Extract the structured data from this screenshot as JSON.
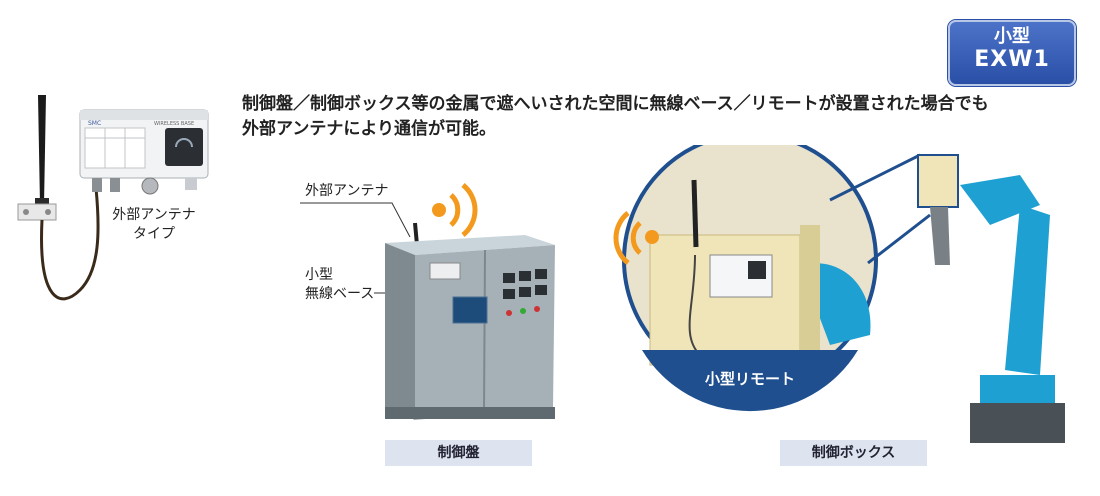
{
  "badge": {
    "line1": "小型",
    "line2": "EXW1"
  },
  "description": {
    "line1": "制御盤／制御ボックス等の金属で遮へいされた空間に無線ベース／リモートが設置された場合でも",
    "line2": "外部アンテナにより通信が可能。"
  },
  "left_product": {
    "label_line1": "外部アンテナ",
    "label_line2": "タイプ",
    "device_text": "WIRELESS BASE",
    "brand": "SMC"
  },
  "panel_section": {
    "antenna_label": "外部アンテナ",
    "base_label_line1": "小型",
    "base_label_line2": "無線ベース",
    "caption": "制御盤"
  },
  "box_section": {
    "remote_label": "小型リモート",
    "caption": "制御ボックス"
  },
  "colors": {
    "badge": "#2a4fa6",
    "accent_orange": "#f39a1e",
    "cabinet": "#9aa6ac",
    "robot": "#1fa0d2",
    "circle_border": "#1f4f8f"
  }
}
